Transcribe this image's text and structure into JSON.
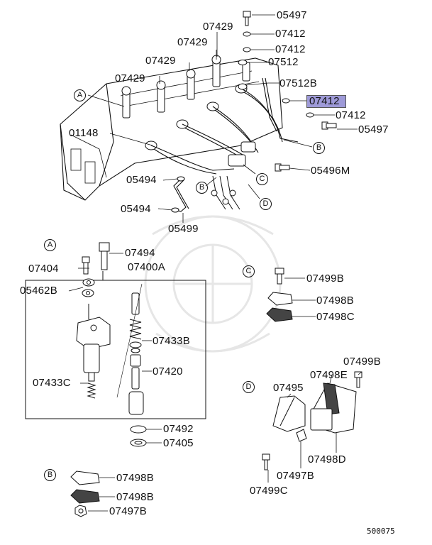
{
  "callouts": {
    "p05497_top": "05497",
    "p07429_a": "07429",
    "p07412_a": "07412",
    "p07429_b": "07429",
    "p07412_b": "07412",
    "p07429_c": "07429",
    "p07512": "07512",
    "p07429_d": "07429",
    "p07512b": "07512B",
    "p07412_hl": "07412",
    "p07412_c": "07412",
    "p05497_r": "05497",
    "p01148": "01148",
    "p05496m": "05496M",
    "p05494_a": "05494",
    "p05494_b": "05494",
    "p05499": "05499",
    "p07494": "07494",
    "p07404": "07404",
    "p07400a": "07400A",
    "p05462b": "05462B",
    "p07433b": "07433B",
    "p07420": "07420",
    "p07433c": "07433C",
    "p07492": "07492",
    "p07405": "07405",
    "p07499b_c": "07499B",
    "p07498b_c": "07498B",
    "p07498c": "07498C",
    "p07499b_d": "07499B",
    "p07495": "07495",
    "p07498e": "07498E",
    "p07498d": "07498D",
    "p07497b_d": "07497B",
    "p07499c": "07499C",
    "p07498b_b1": "07498B",
    "p07498b_b2": "07498B",
    "p07497b_b": "07497B"
  },
  "section_markers": {
    "a_main": "A",
    "b_main_right": "B",
    "b_main_low": "B",
    "c_main": "C",
    "d_main": "D",
    "a_section": "A",
    "b_section": "B",
    "c_section": "C",
    "d_section": "D"
  },
  "diagram_code": "500075",
  "highlight_color": "#9e9ad8"
}
